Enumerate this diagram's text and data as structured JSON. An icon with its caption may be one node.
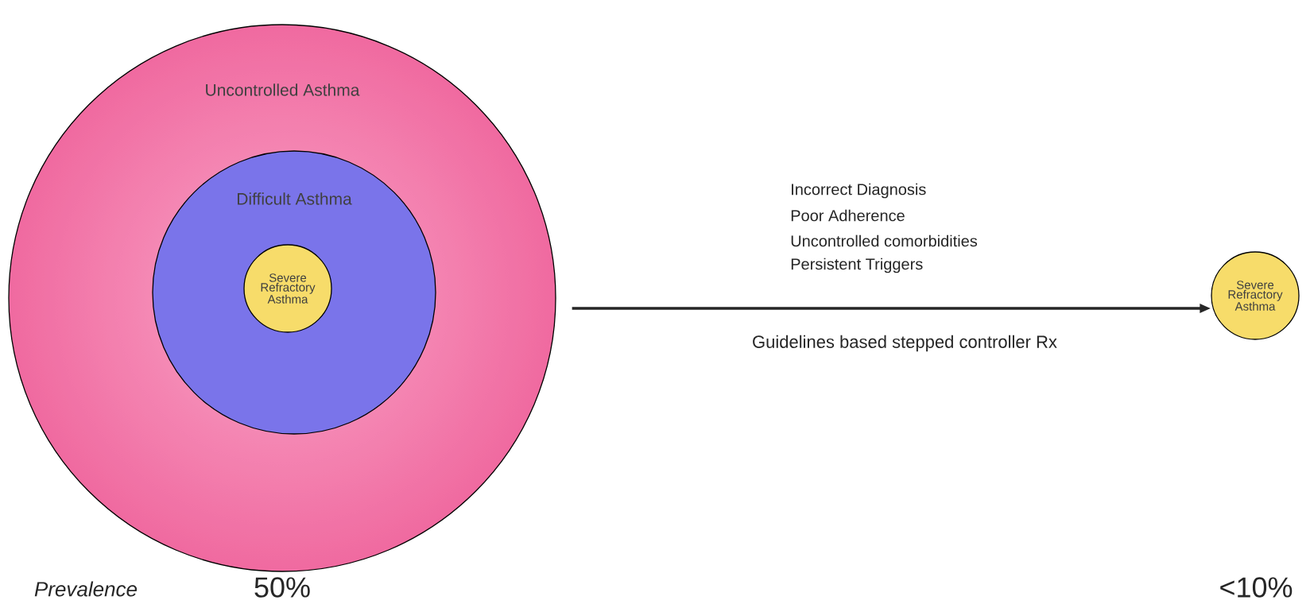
{
  "diagram": {
    "nodes": [
      {
        "text": [
          "Uncontrolled Asthma"
        ]
      },
      {
        "text": [
          "Difficult Asthma"
        ],
        "in": 0
      },
      {
        "text": [
          "Severe Refractory Asthma"
        ],
        "in": 1
      },
      {
        "text": [
          "Severe Refractory Asthma"
        ]
      }
    ],
    "edges": [
      {
        "from": 0,
        "to": 3,
        "arrow": "to",
        "label": "Guidelines based stepped controller Rx"
      }
    ],
    "labels": [
      "Incorrect Diagnosis",
      "Poor Adherence",
      "Uncontrolled comorbidities",
      "Persistent Triggers",
      "Prevalence",
      "50%",
      "<10%"
    ]
  }
}
